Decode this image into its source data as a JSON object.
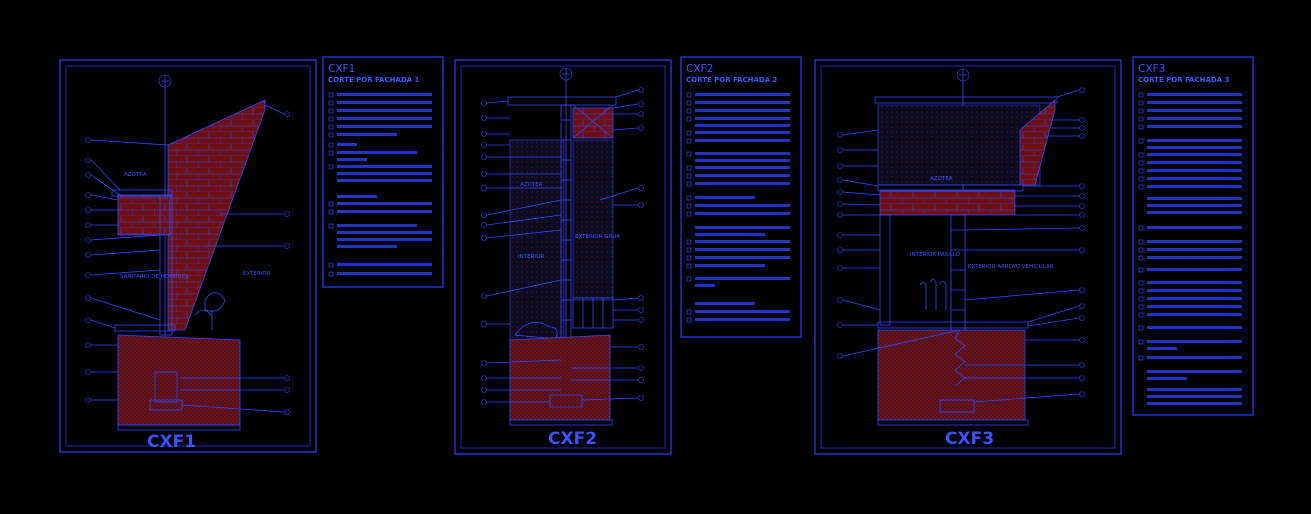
{
  "sheets": [
    {
      "code": "CXF1",
      "title": "CORTE POR FACHADA 1",
      "labels": [
        "AZOTEA",
        "SANITARIO DE HOMBRES",
        "EXTERIOR"
      ]
    },
    {
      "code": "CXF2",
      "title": "CORTE POR FACHADA 2",
      "labels": [
        "AZOTEA",
        "INTERIOR",
        "EXTERIOR GRUA"
      ]
    },
    {
      "code": "CXF3",
      "title": "CORTE POR FACHADA 3",
      "labels": [
        "AZOTEA",
        "INTERIOR PASILLO",
        "EXTERIOR ARROYO VEHICULAR"
      ]
    }
  ],
  "colors": {
    "line": "#3147ff",
    "background": "#000000",
    "hatch": "#8b1a1a"
  }
}
